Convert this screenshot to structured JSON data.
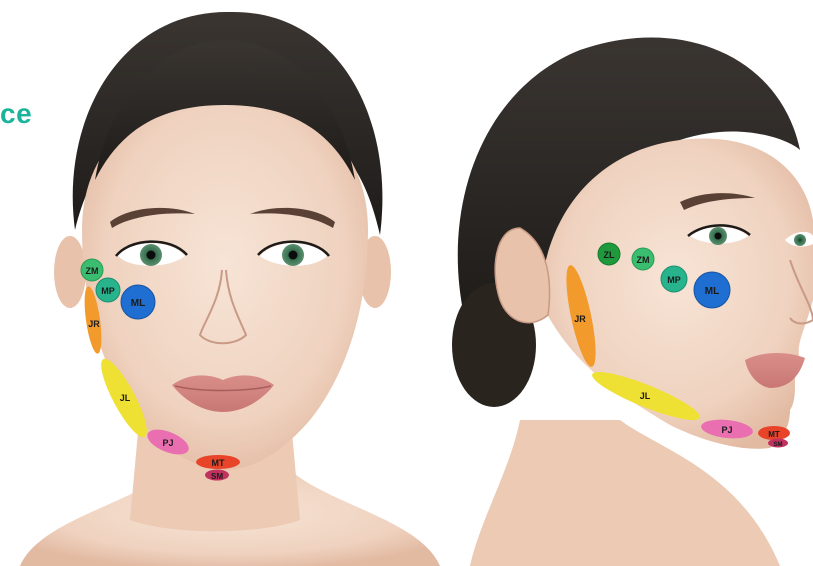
{
  "title_fragment": "ce",
  "colors": {
    "accent": "#1bb39a",
    "skin": "#f2d8c6",
    "hair": "#2a2724",
    "zl": "#1e9a3c",
    "zm": "#3bbd6f",
    "mp": "#27b38c",
    "ml": "#1f6ed1",
    "jr": "#f39a2c",
    "jl": "#efe034",
    "pj": "#e96fb0",
    "mt": "#e8442a",
    "sm": "#c0335f"
  },
  "front_view": {
    "markers": {
      "zm": "ZM",
      "mp": "MP",
      "ml": "ML",
      "jr": "JR",
      "jl": "JL",
      "pj": "PJ",
      "mt": "MT",
      "sm": "SM"
    }
  },
  "side_view": {
    "markers": {
      "zl": "ZL",
      "zm": "ZM",
      "mp": "MP",
      "ml": "ML",
      "jr": "JR",
      "jl": "JL",
      "pj": "PJ",
      "mt": "MT",
      "sm": "SM"
    }
  }
}
